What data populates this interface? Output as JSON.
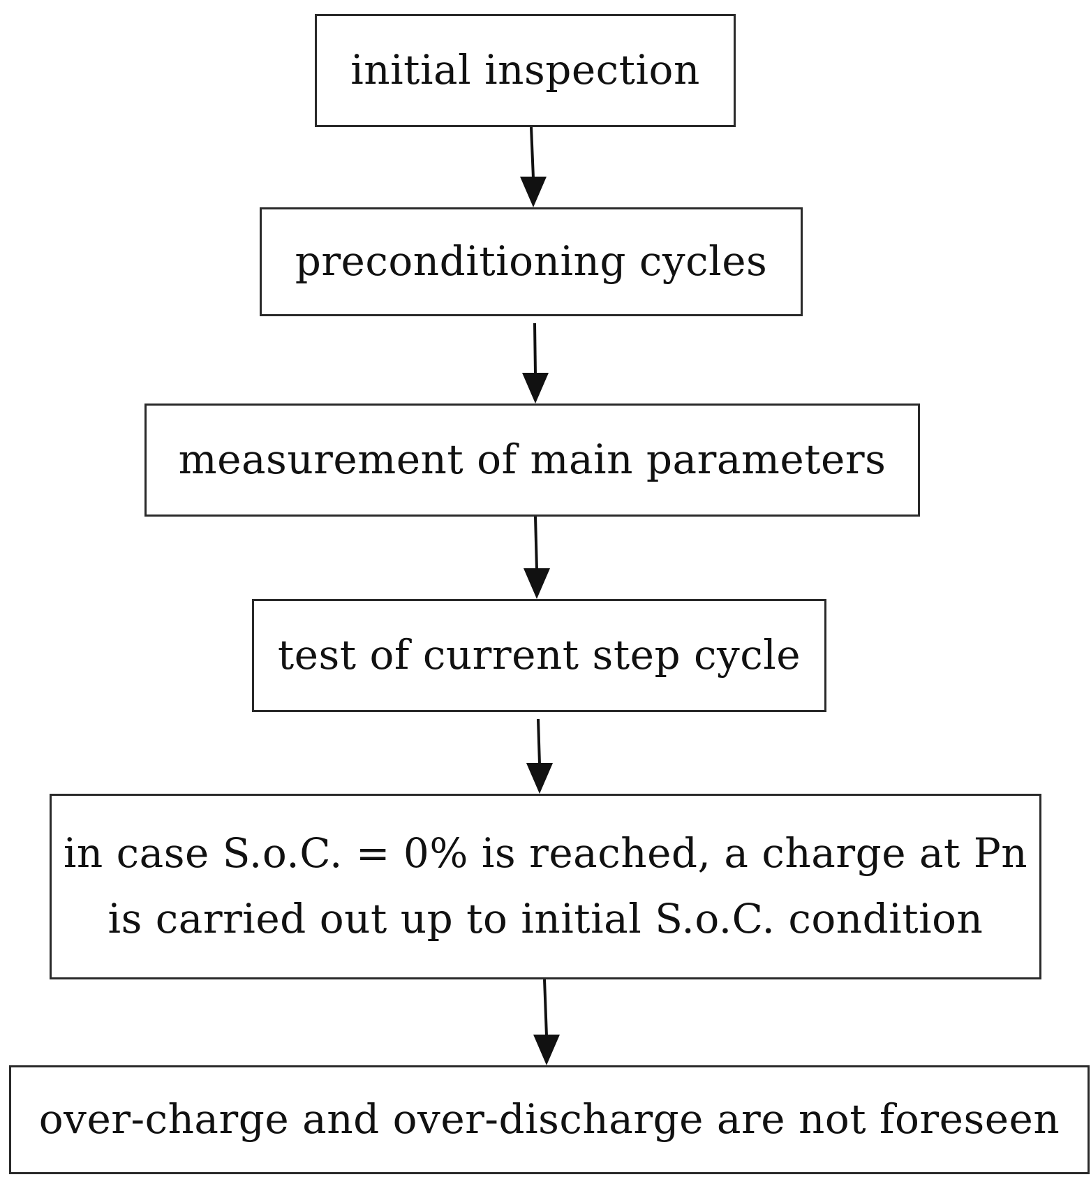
{
  "flowchart": {
    "steps": [
      {
        "id": "initial-inspection",
        "lines": [
          "initial inspection"
        ]
      },
      {
        "id": "preconditioning-cycles",
        "lines": [
          "preconditioning cycles"
        ]
      },
      {
        "id": "measurement-of-main-parameters",
        "lines": [
          "measurement of main parameters"
        ]
      },
      {
        "id": "test-of-current-step-cycle",
        "lines": [
          "test of current step cycle"
        ]
      },
      {
        "id": "soc-zero-recharge",
        "lines": [
          "in case S.o.C. = 0% is reached, a charge at Pn",
          "is carried out up to initial S.o.C. condition"
        ]
      },
      {
        "id": "no-overcharge-overdischarge",
        "lines": [
          "over-charge and over-discharge are not foreseen"
        ]
      }
    ],
    "arrows": [
      {
        "from": "initial-inspection",
        "to": "preconditioning-cycles"
      },
      {
        "from": "preconditioning-cycles",
        "to": "measurement-of-main-parameters"
      },
      {
        "from": "measurement-of-main-parameters",
        "to": "test-of-current-step-cycle"
      },
      {
        "from": "test-of-current-step-cycle",
        "to": "soc-zero-recharge"
      },
      {
        "from": "soc-zero-recharge",
        "to": "no-overcharge-overdischarge"
      }
    ],
    "colors": {
      "box_border": "#2a2a2a",
      "arrow": "#111111",
      "text": "#111111",
      "background": "#ffffff"
    }
  }
}
